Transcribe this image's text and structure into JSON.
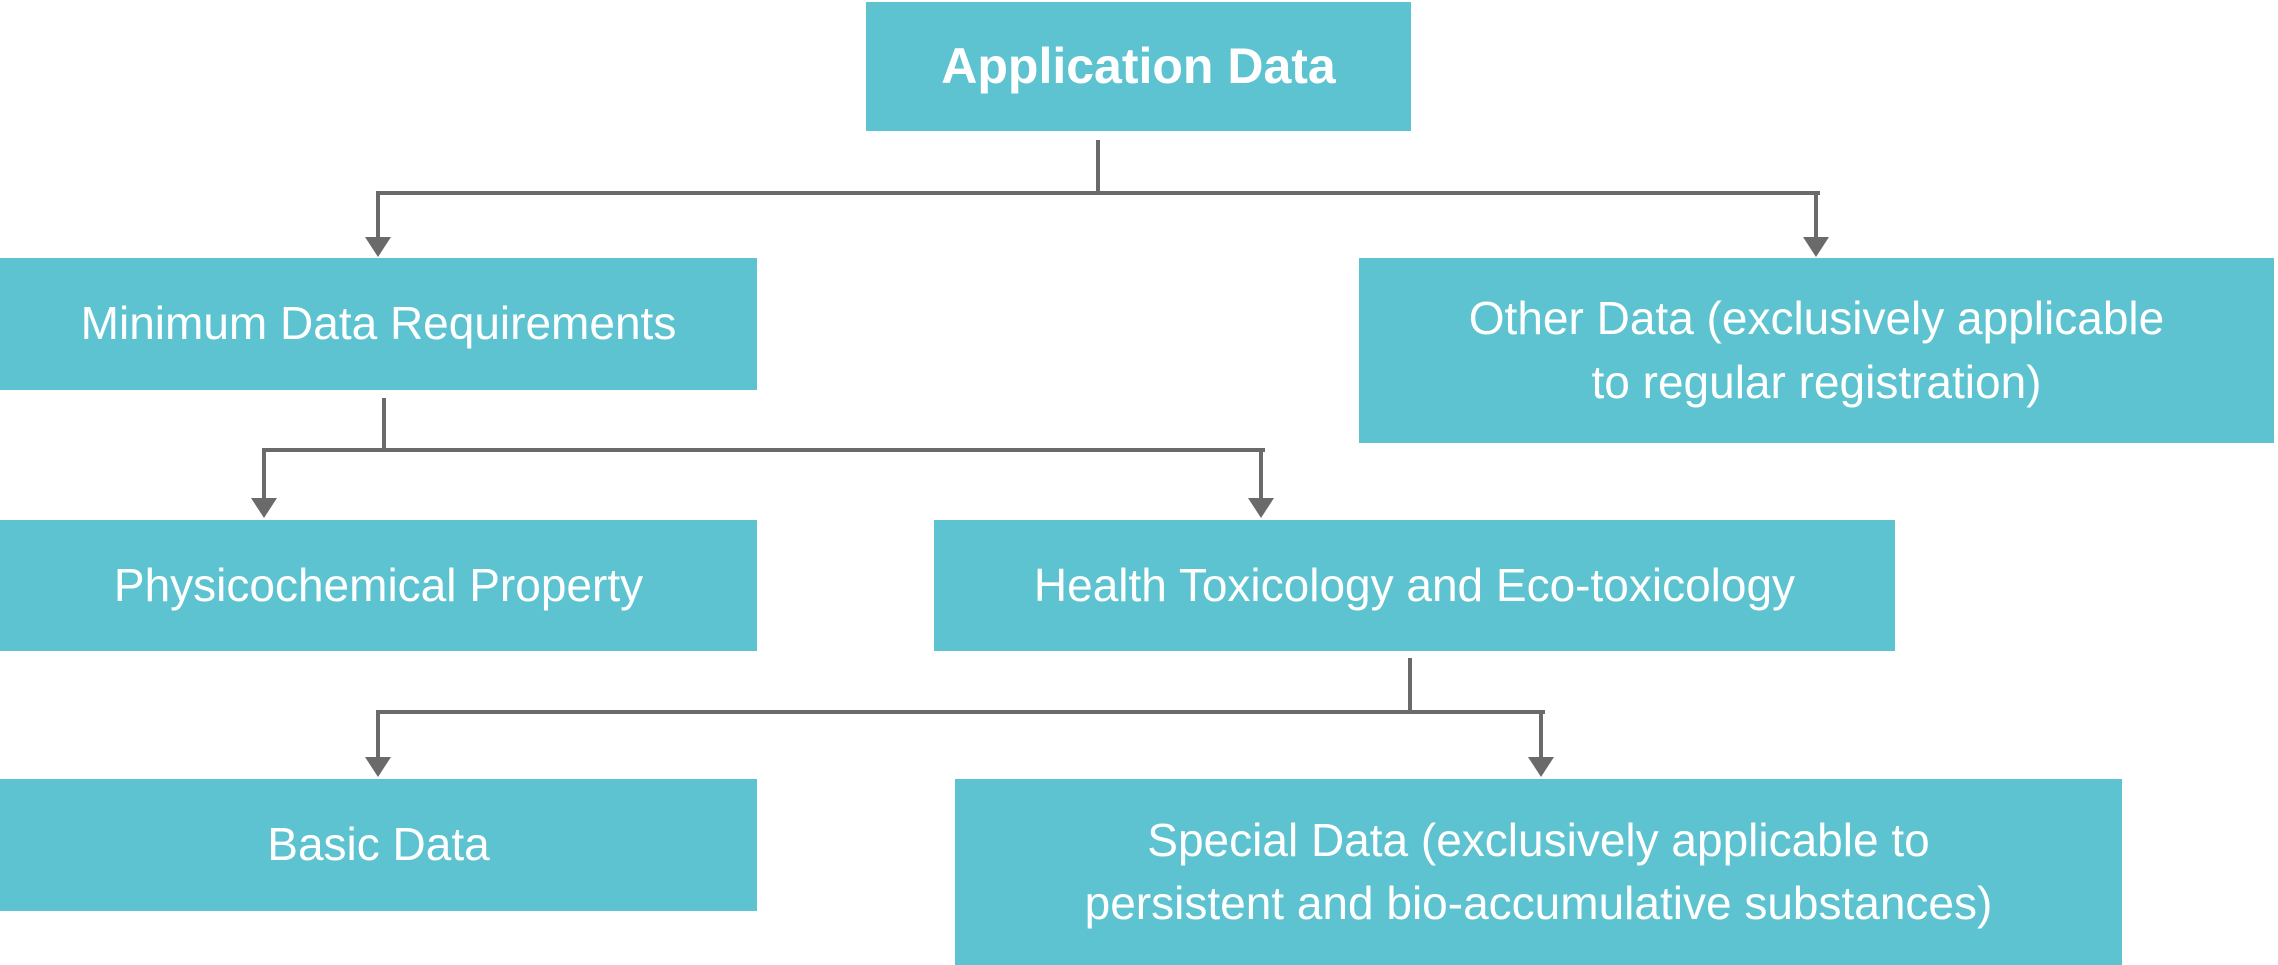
{
  "diagram": {
    "title": "Application Data",
    "colors": {
      "node_fill": "#5EC3D0",
      "node_text": "#FFFFFF",
      "connector": "#6A6A6A",
      "background": "#FFFFFF"
    },
    "nodes": {
      "application_data": {
        "label": "Application Data"
      },
      "minimum_data_requirements": {
        "label": "Minimum Data Requirements",
        "parent": "Application Data"
      },
      "other_data": {
        "label": "Other Data (exclusively applicable to regular registration)",
        "lines": [
          "Other Data (exclusively applicable",
          "to regular registration)"
        ],
        "parent": "Application Data"
      },
      "physicochemical_property": {
        "label": "Physicochemical Property",
        "parent": "Minimum Data Requirements"
      },
      "health_toxicology": {
        "label": "Health Toxicology and Eco-toxicology",
        "parent": "Minimum Data Requirements"
      },
      "basic_data": {
        "label": "Basic Data",
        "parent": "Health Toxicology and Eco-toxicology"
      },
      "special_data": {
        "label": "Special Data (exclusively applicable to persistent and bio-accumulative substances)",
        "lines": [
          "Special Data (exclusively applicable to",
          "persistent and bio-accumulative substances)"
        ],
        "parent": "Health Toxicology and Eco-toxicology"
      }
    }
  }
}
